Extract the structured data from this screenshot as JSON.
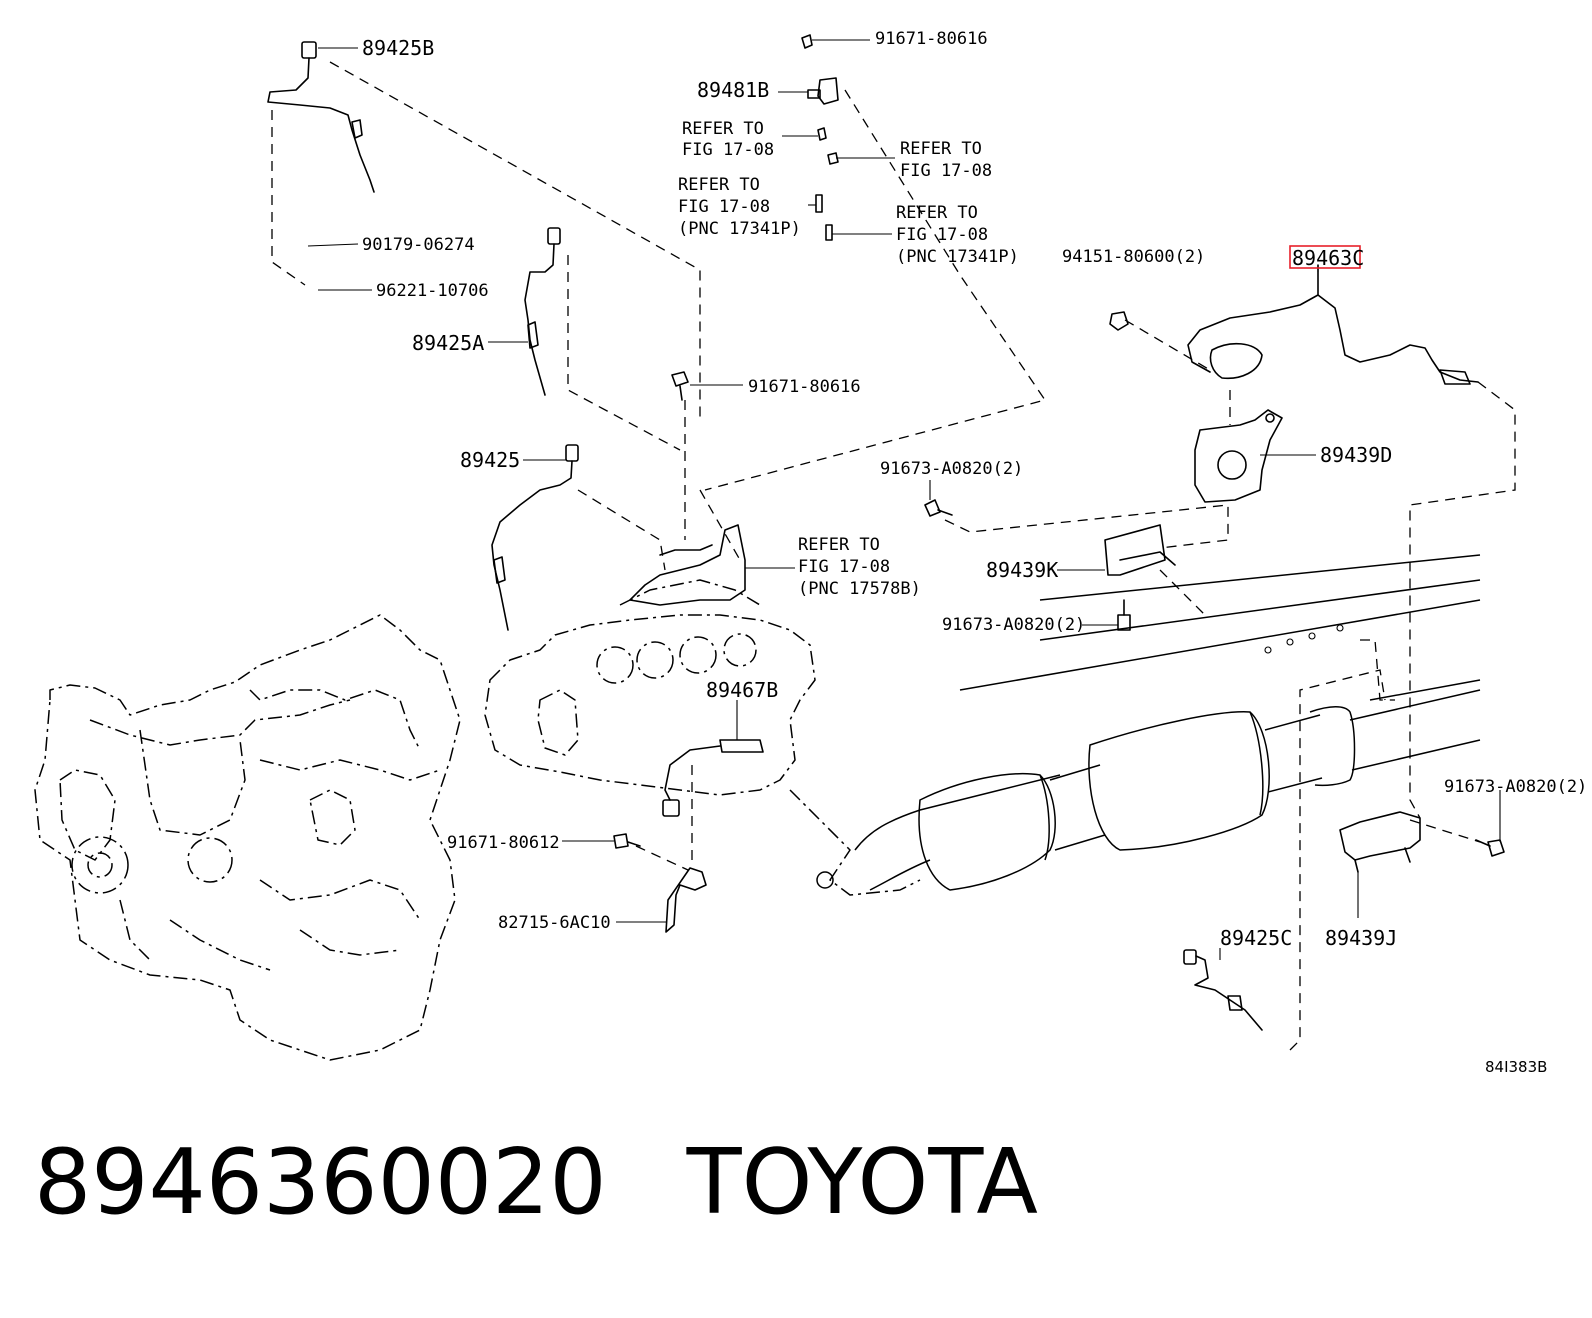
{
  "diagram": {
    "labels": {
      "p89425B": "89425B",
      "p91671_80616_top": "91671-80616",
      "p89481B": "89481B",
      "ref1_line1": "REFER TO",
      "ref1_line2": "FIG 17-08",
      "ref2_line1": "REFER TO",
      "ref2_line2": "FIG 17-08",
      "ref3_line1": "REFER TO",
      "ref3_line2": "FIG 17-08",
      "ref3_line3": "(PNC 17341P)",
      "ref4_line1": "REFER TO",
      "ref4_line2": "FIG 17-08",
      "ref4_line3": "(PNC 17341P)",
      "p90179": "90179-06274",
      "p96221": "96221-10706",
      "p89425A": "89425A",
      "p94151": "94151-80600(2)",
      "p89463C": "89463C",
      "p91671_80616_mid": "91671-80616",
      "p89439D": "89439D",
      "p89425": "89425",
      "p91673_a": "91673-A0820(2)",
      "ref5_line1": "REFER TO",
      "ref5_line2": "FIG 17-08",
      "ref5_line3": "(PNC 17578B)",
      "p89439K": "89439K",
      "p91673_b": "91673-A0820(2)",
      "p89467B": "89467B",
      "p91673_c": "91673-A0820(2)",
      "p91671_80612": "91671-80612",
      "p82715": "82715-6AC10",
      "p89425C": "89425C",
      "p89439J": "89439J",
      "image_code": "84I383B"
    },
    "highlight_color": "#e8202a"
  },
  "footer": {
    "part_number": "8946360020",
    "brand": "TOYOTA"
  }
}
